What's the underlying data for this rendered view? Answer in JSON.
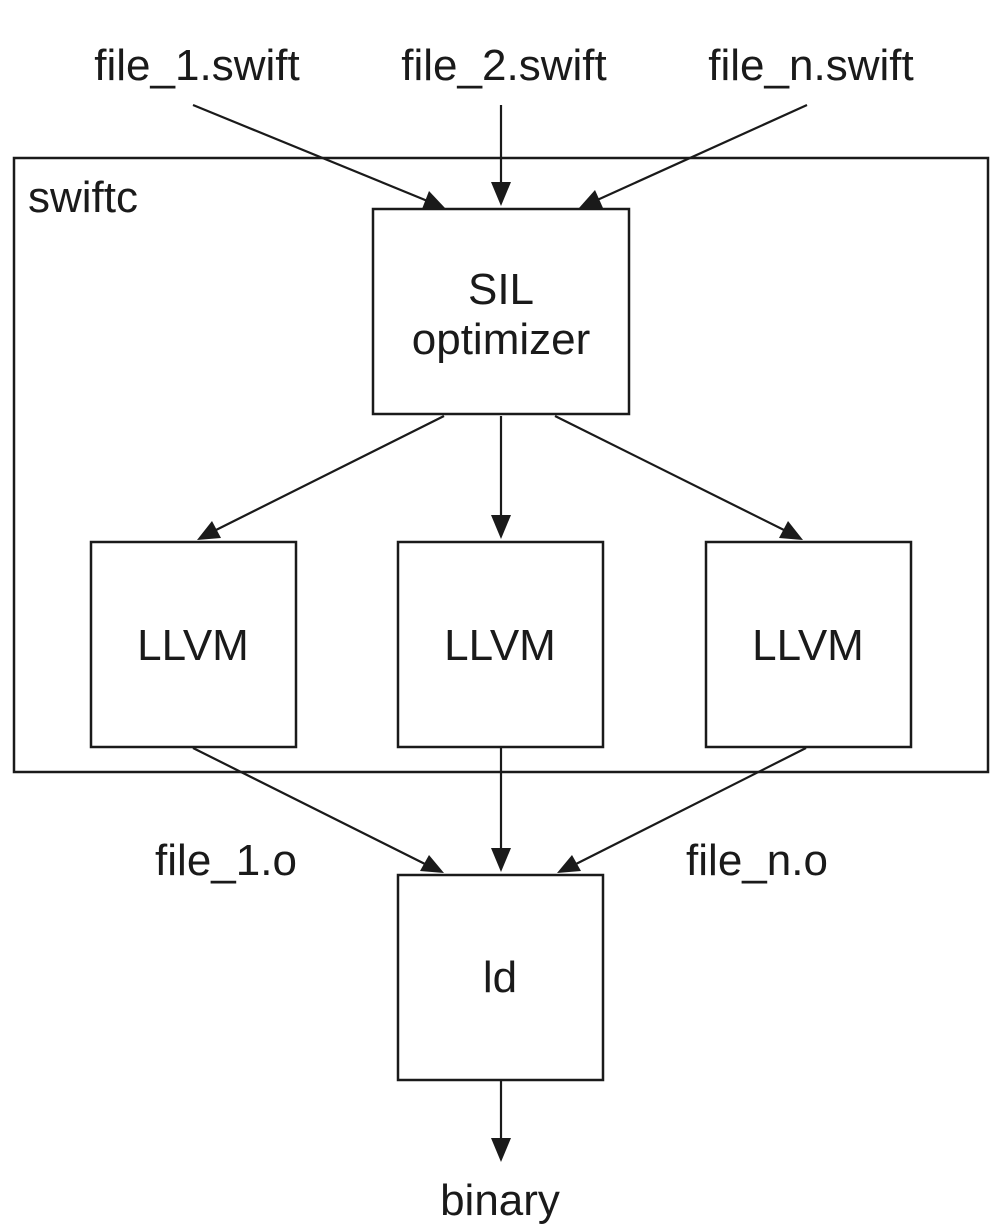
{
  "inputs": {
    "file1": "file_1.swift",
    "file2": "file_2.swift",
    "filen": "file_n.swift"
  },
  "compiler": {
    "label": "swiftc",
    "optimizer_line1": "SIL",
    "optimizer_line2": "optimizer",
    "backends": [
      "LLVM",
      "LLVM",
      "LLVM"
    ]
  },
  "objects": {
    "file1": "file_1.o",
    "filen": "file_n.o"
  },
  "linker": {
    "label": "ld"
  },
  "output": {
    "label": "binary"
  },
  "colors": {
    "stroke": "#1a1a1a",
    "background": "#ffffff"
  }
}
